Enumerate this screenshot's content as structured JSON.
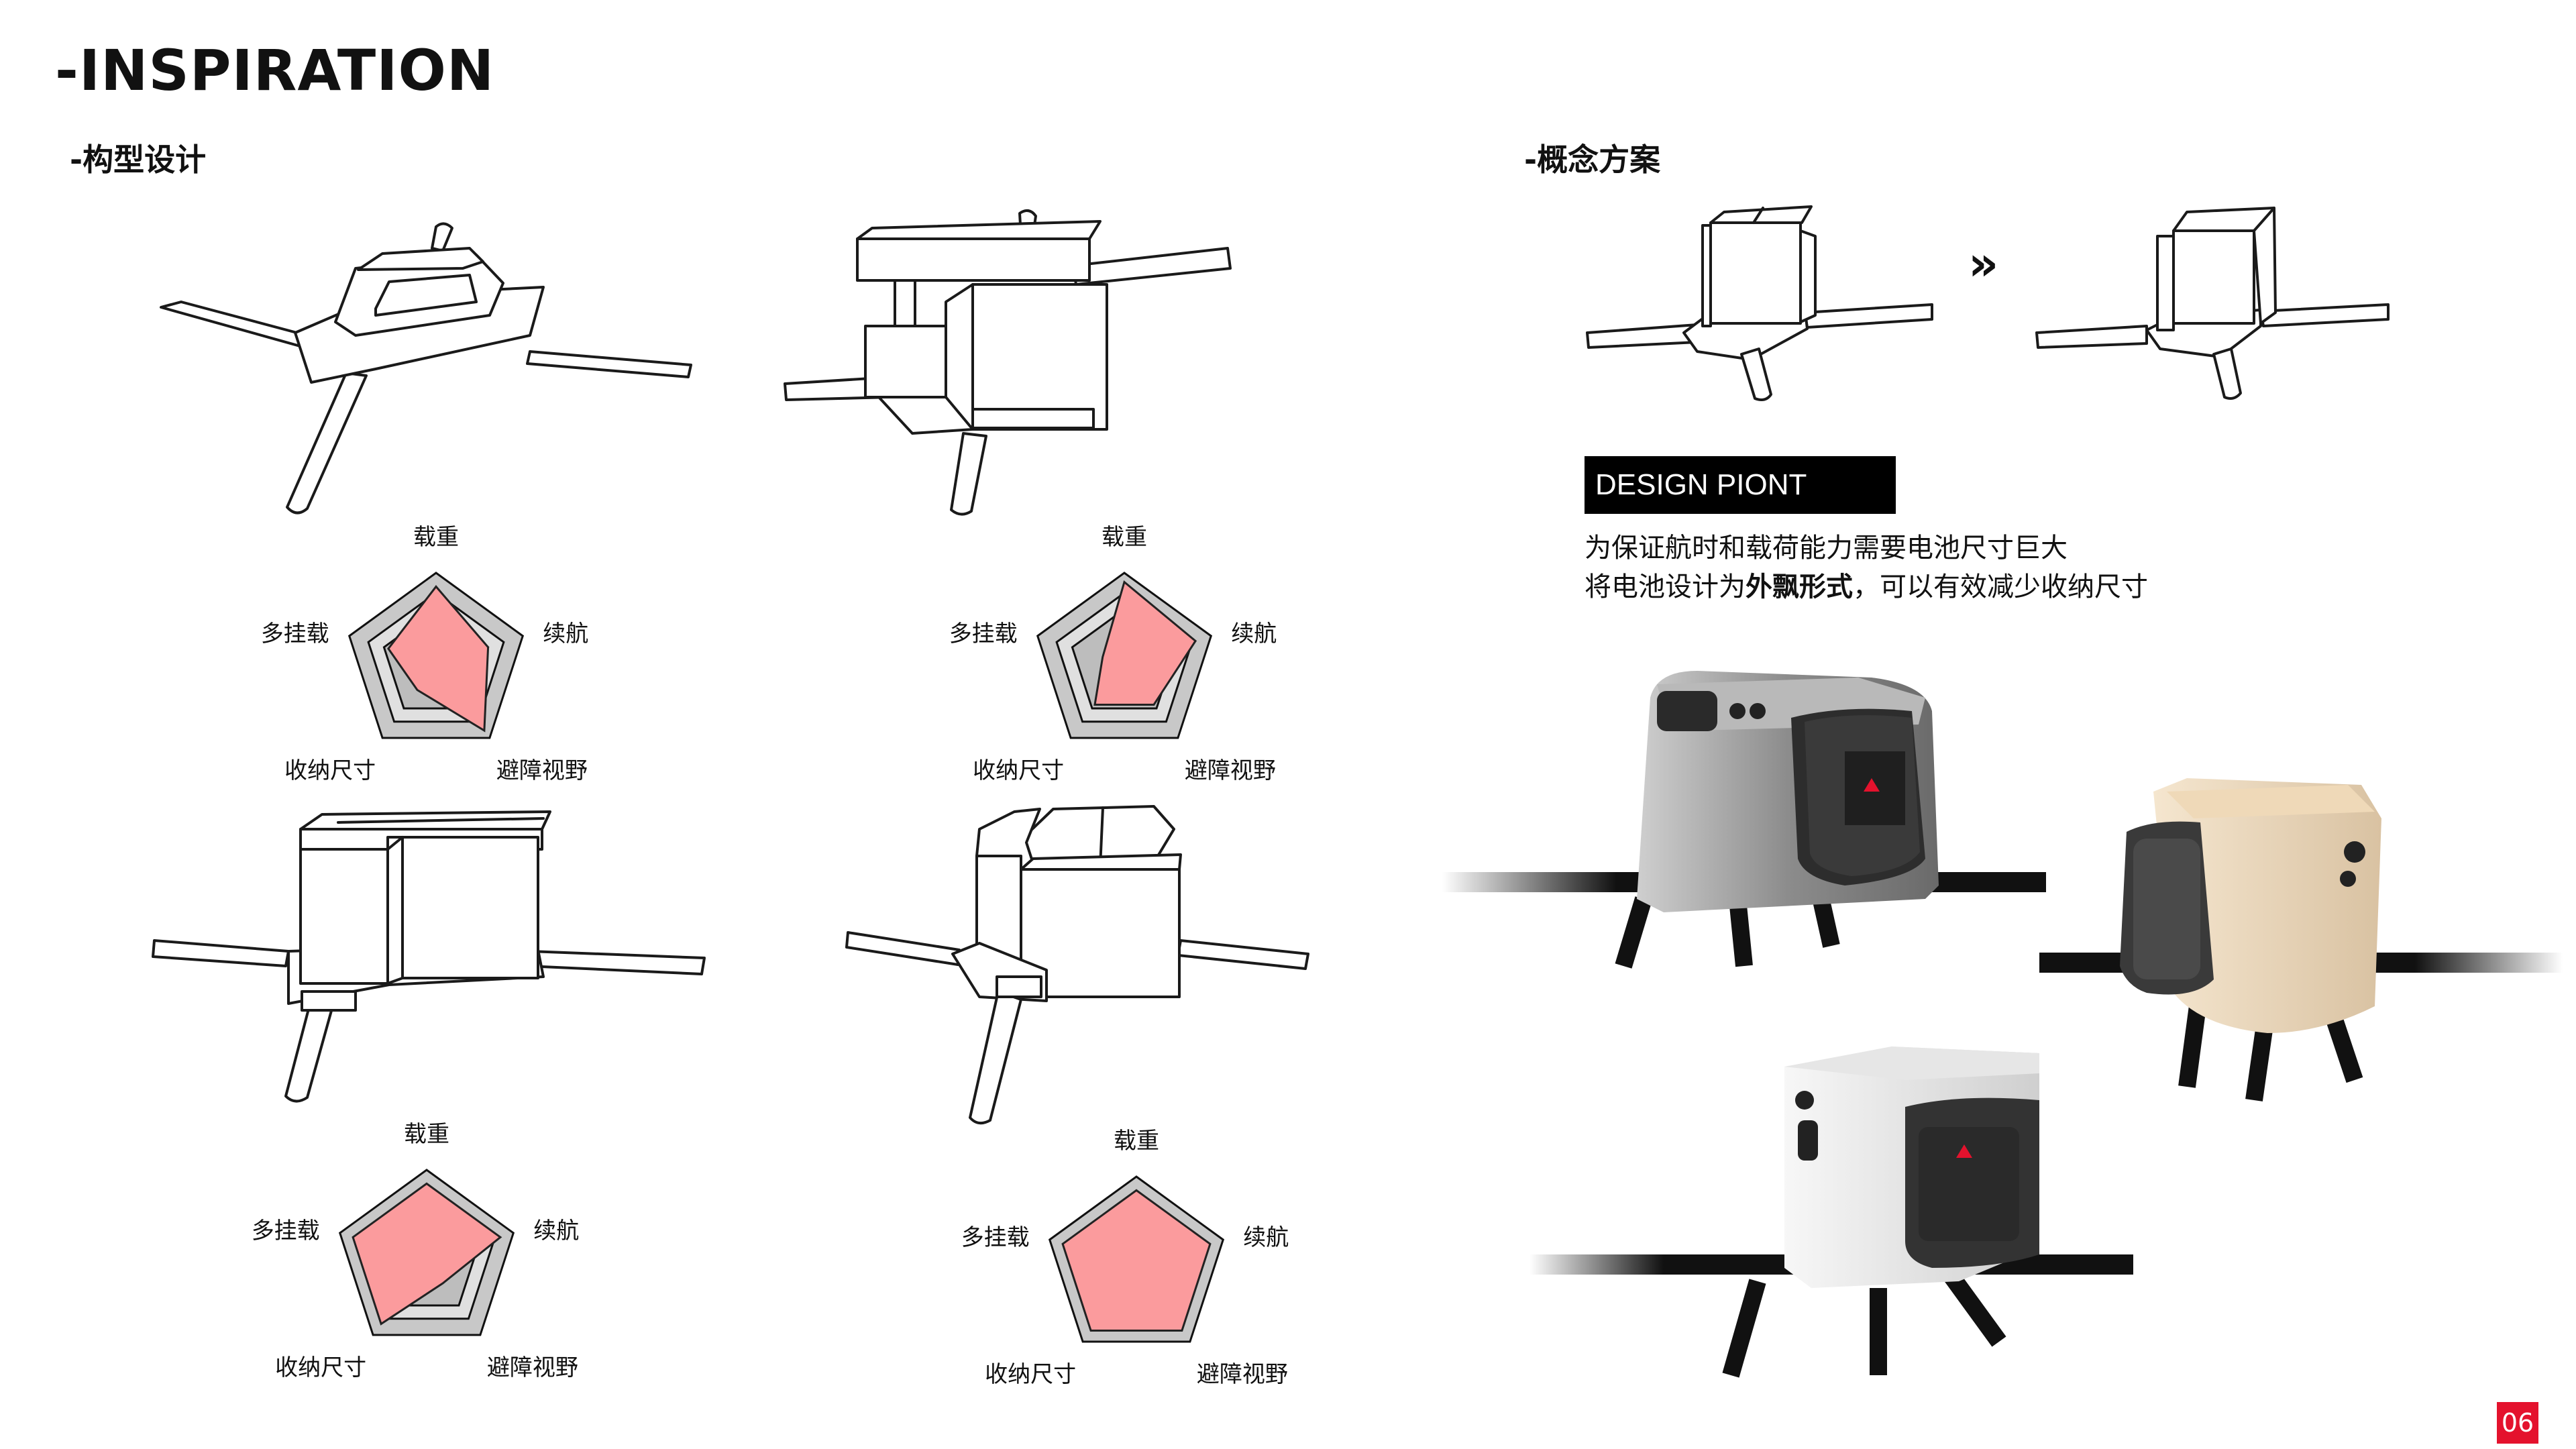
{
  "page": {
    "title": "-INSPIRATION",
    "page_number": "06"
  },
  "sections": {
    "form_design": "-构型设计",
    "concept": "-概念方案"
  },
  "radar_axes": [
    "载重",
    "续航",
    "避障视野",
    "收纳尺寸",
    "多挂载"
  ],
  "radar_charts": [
    {
      "id": "config-1",
      "values": [
        0.85,
        0.6,
        0.9,
        0.35,
        0.55
      ]
    },
    {
      "id": "config-2",
      "values": [
        0.9,
        0.82,
        0.55,
        0.55,
        0.25
      ]
    },
    {
      "id": "config-3",
      "values": [
        0.85,
        0.85,
        0.3,
        0.85,
        0.85
      ]
    },
    {
      "id": "config-4",
      "values": [
        0.85,
        0.85,
        0.85,
        0.85,
        0.85
      ]
    }
  ],
  "concept": {
    "arrow": "»",
    "design_point_label": "DESIGN PIONT",
    "description_line_1": "为保证航时和载荷能力需要电池尺寸巨大",
    "description_line_2_pre": "将电池设计为",
    "description_line_2_bold": "外飘形式",
    "description_line_2_post": "，可以有效减少收纳尺寸"
  },
  "colors": {
    "radar_fill": "#fb9b9d",
    "radar_bg": "#c8c8c8",
    "accent": "#e4122d",
    "badge_bg": "#000000"
  }
}
